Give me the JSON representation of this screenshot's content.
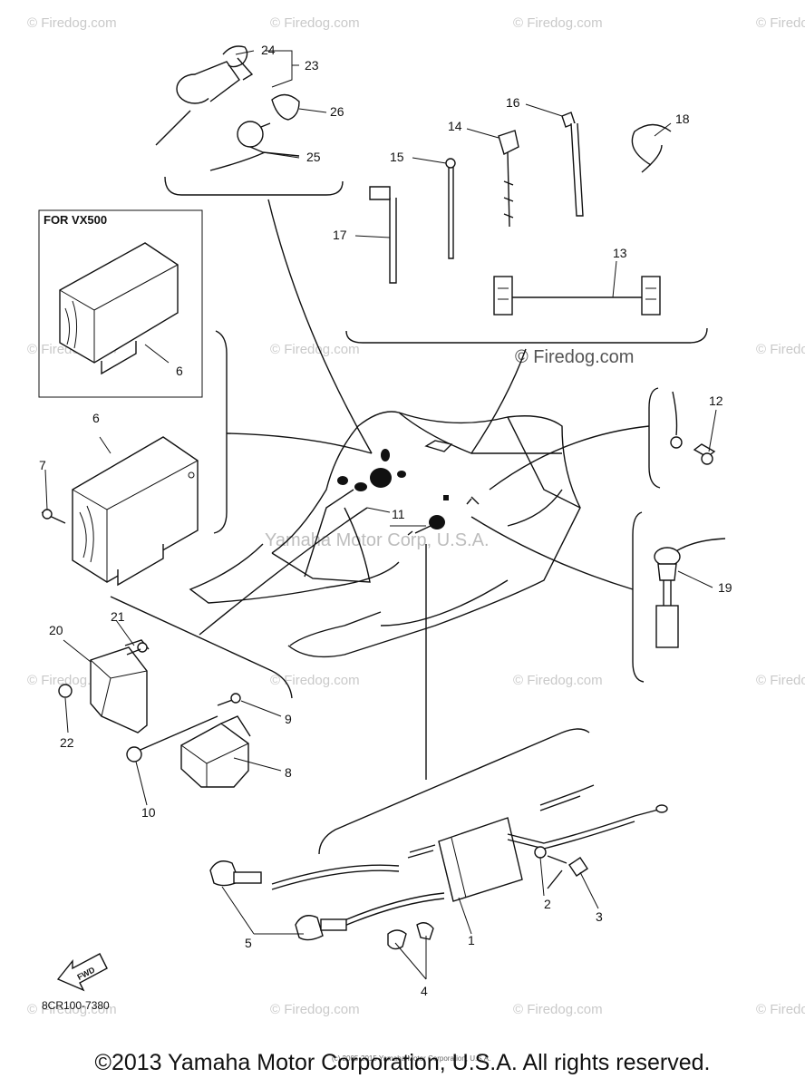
{
  "labels": {
    "vx500_box": "FOR VX500",
    "drawing_code": "8CR100-7380",
    "fwd": "FWD"
  },
  "callouts": [
    "1",
    "2",
    "3",
    "4",
    "5",
    "6",
    "6",
    "7",
    "8",
    "9",
    "10",
    "11",
    "12",
    "13",
    "14",
    "15",
    "16",
    "17",
    "18",
    "19",
    "20",
    "21",
    "22",
    "23",
    "24",
    "25",
    "26"
  ],
  "watermarks": {
    "small": "© Firedog.com",
    "large": "© Firedog.com",
    "center": "Yamaha Motor Corp, U.S.A."
  },
  "footer": {
    "note": "(c) 2005-2015 Yamaha Motor Corporation, U.S.A.",
    "copyright": "©2013 Yamaha Motor Corporation, U.S.A. All rights reserved."
  }
}
